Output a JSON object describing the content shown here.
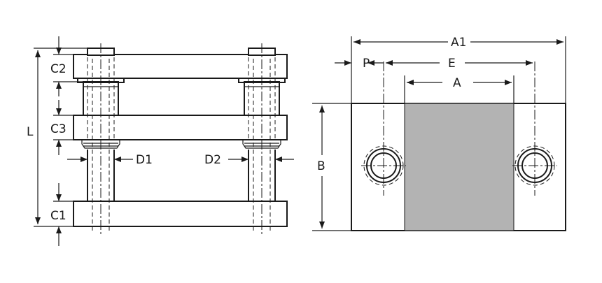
{
  "labels": {
    "c2": "C2",
    "c3": "C3",
    "c1": "C1",
    "l": "L",
    "d1": "D1",
    "d2": "D2",
    "a1": "A1",
    "p": "P",
    "e": "E",
    "a": "A",
    "b": "B"
  },
  "colors": {
    "stroke": "#1a1a1a",
    "plate_fill": "#ffffff",
    "shaded_area": "#b3b3b3"
  }
}
